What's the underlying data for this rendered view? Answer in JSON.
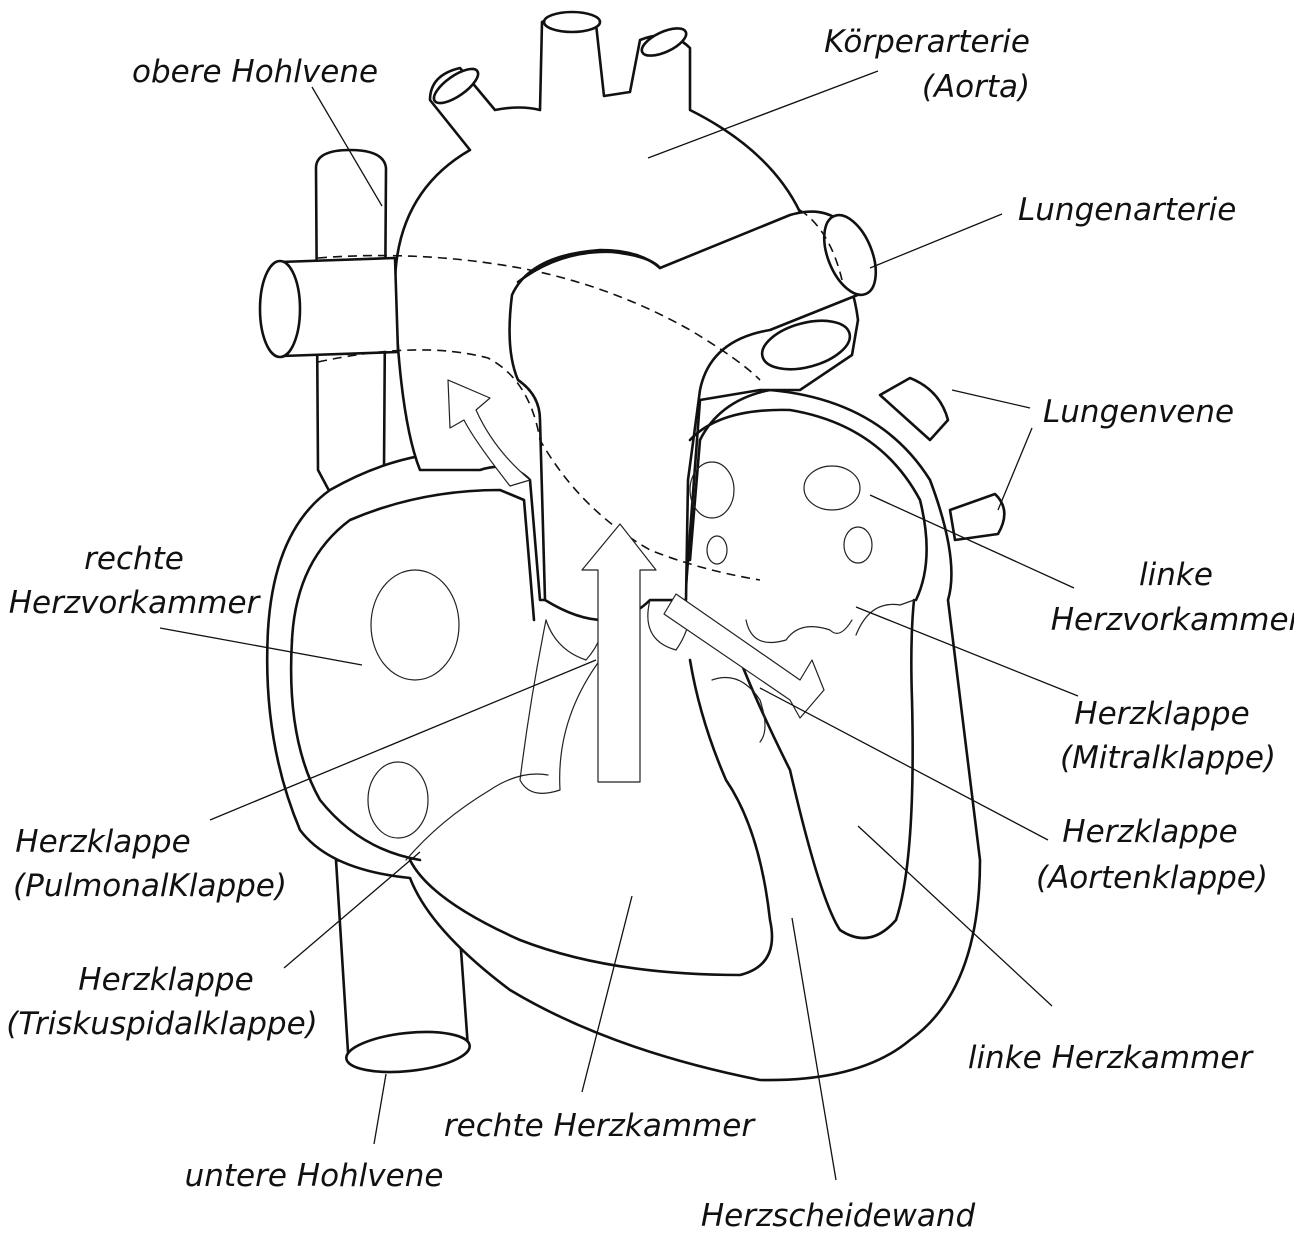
{
  "diagram": {
    "labels": {
      "obere_hohlvene": "obere Hohlvene",
      "koerperarterie_1": "Körperarterie",
      "koerperarterie_2": "(Aorta)",
      "lungenarterie": "Lungenarterie",
      "lungenvene": "Lungenvene",
      "rechte_vorkammer_1": "rechte",
      "rechte_vorkammer_2": "Herzvorkammer",
      "linke_vorkammer_1": "linke",
      "linke_vorkammer_2": "Herzvorkammer",
      "mitral_1": "Herzklappe",
      "mitral_2": "(Mitralklappe)",
      "aorten_1": "Herzklappe",
      "aorten_2": "(Aortenklappe)",
      "pulmonal_1": "Herzklappe",
      "pulmonal_2": "(PulmonalKlappe)",
      "trikuspidal_1": "Herzklappe",
      "trikuspidal_2": "(Triskuspidalklappe)",
      "linke_kammer": "linke Herzkammer",
      "rechte_kammer": "rechte Herzkammer",
      "untere_hohlvene": "untere Hohlvene",
      "herzscheidewand": "Herzscheidewand"
    }
  }
}
